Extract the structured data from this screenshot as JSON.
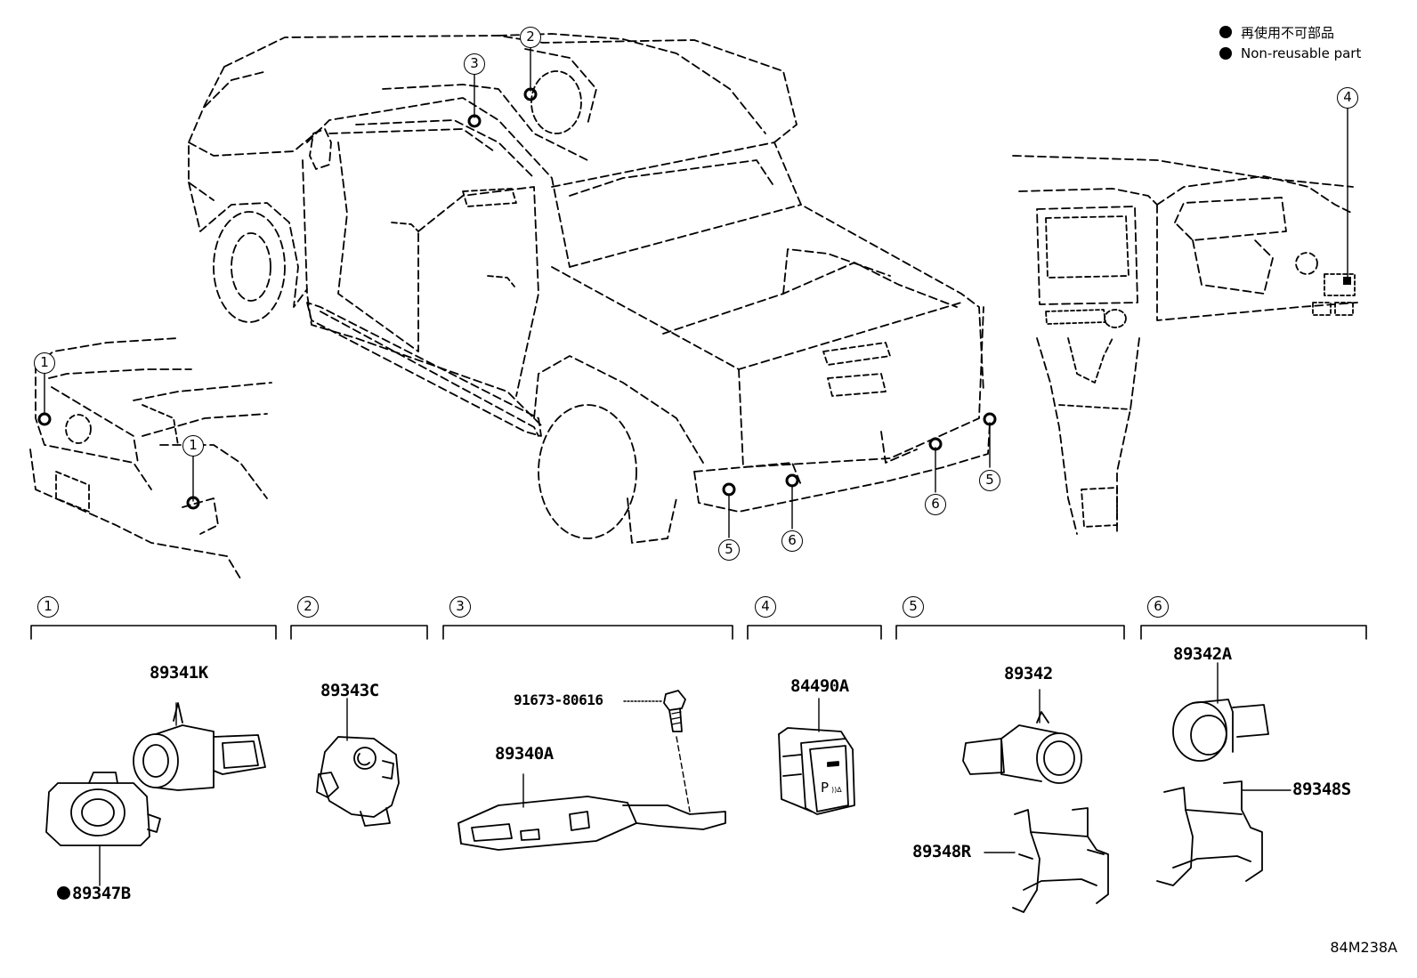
{
  "legend": {
    "jp": "再使用不可部品",
    "en": "Non-reusable part"
  },
  "diagram_code": "84M238A",
  "callouts": [
    "1",
    "1",
    "2",
    "3",
    "4",
    "5",
    "5",
    "6",
    "6"
  ],
  "groups": [
    {
      "num": "1",
      "parts": [
        "89341K",
        "89347B"
      ]
    },
    {
      "num": "2",
      "parts": [
        "89343C"
      ]
    },
    {
      "num": "3",
      "parts": [
        "91673-80616",
        "89340A"
      ]
    },
    {
      "num": "4",
      "parts": [
        "84490A"
      ]
    },
    {
      "num": "5",
      "parts": [
        "89342",
        "89348R"
      ]
    },
    {
      "num": "6",
      "parts": [
        "89342A",
        "89348S"
      ]
    }
  ],
  "non_reusable_parts": [
    "89347B"
  ]
}
